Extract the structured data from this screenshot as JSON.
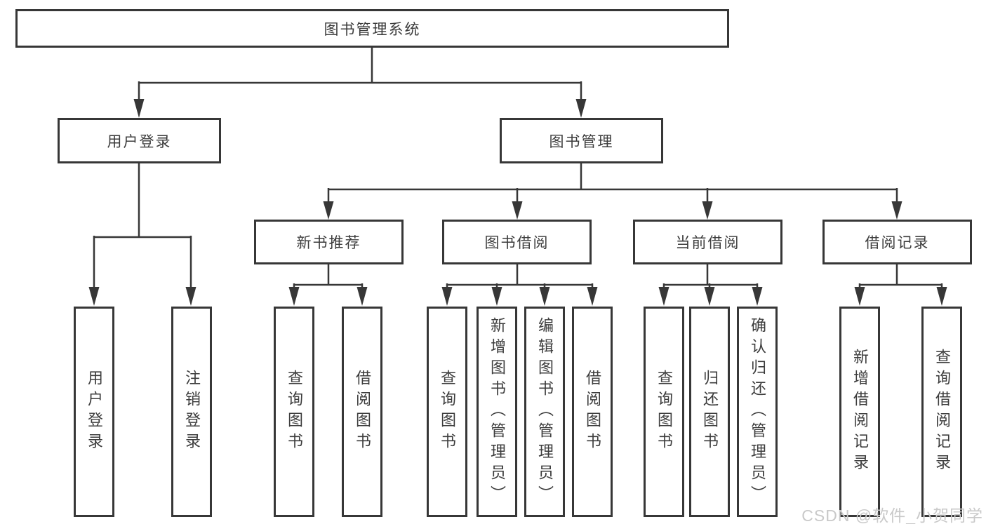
{
  "tree": {
    "label": "图书管理系统",
    "children": [
      {
        "label": "用户登录",
        "children": [
          {
            "label": "用户登录"
          },
          {
            "label": "注销登录"
          }
        ]
      },
      {
        "label": "图书管理",
        "children": [
          {
            "label": "新书推荐",
            "children": [
              {
                "label": "查询图书"
              },
              {
                "label": "借阅图书"
              }
            ]
          },
          {
            "label": "图书借阅",
            "children": [
              {
                "label": "查询图书"
              },
              {
                "label": "新增图书（管理员）"
              },
              {
                "label": "编辑图书（管理员）"
              },
              {
                "label": "借阅图书"
              }
            ]
          },
          {
            "label": "当前借阅",
            "children": [
              {
                "label": "查询图书"
              },
              {
                "label": "归还图书"
              },
              {
                "label": "确认归还（管理员）"
              }
            ]
          },
          {
            "label": "借阅记录",
            "children": [
              {
                "label": "新增借阅记录"
              },
              {
                "label": "查询借阅记录"
              }
            ]
          }
        ]
      }
    ]
  },
  "watermark": "CSDN @软件_小贺同学",
  "colors": {
    "line": "#373737",
    "box_border": "#373737",
    "text": "#3c3c3c",
    "watermark": "#c9c9c9",
    "background": "#ffffff"
  }
}
